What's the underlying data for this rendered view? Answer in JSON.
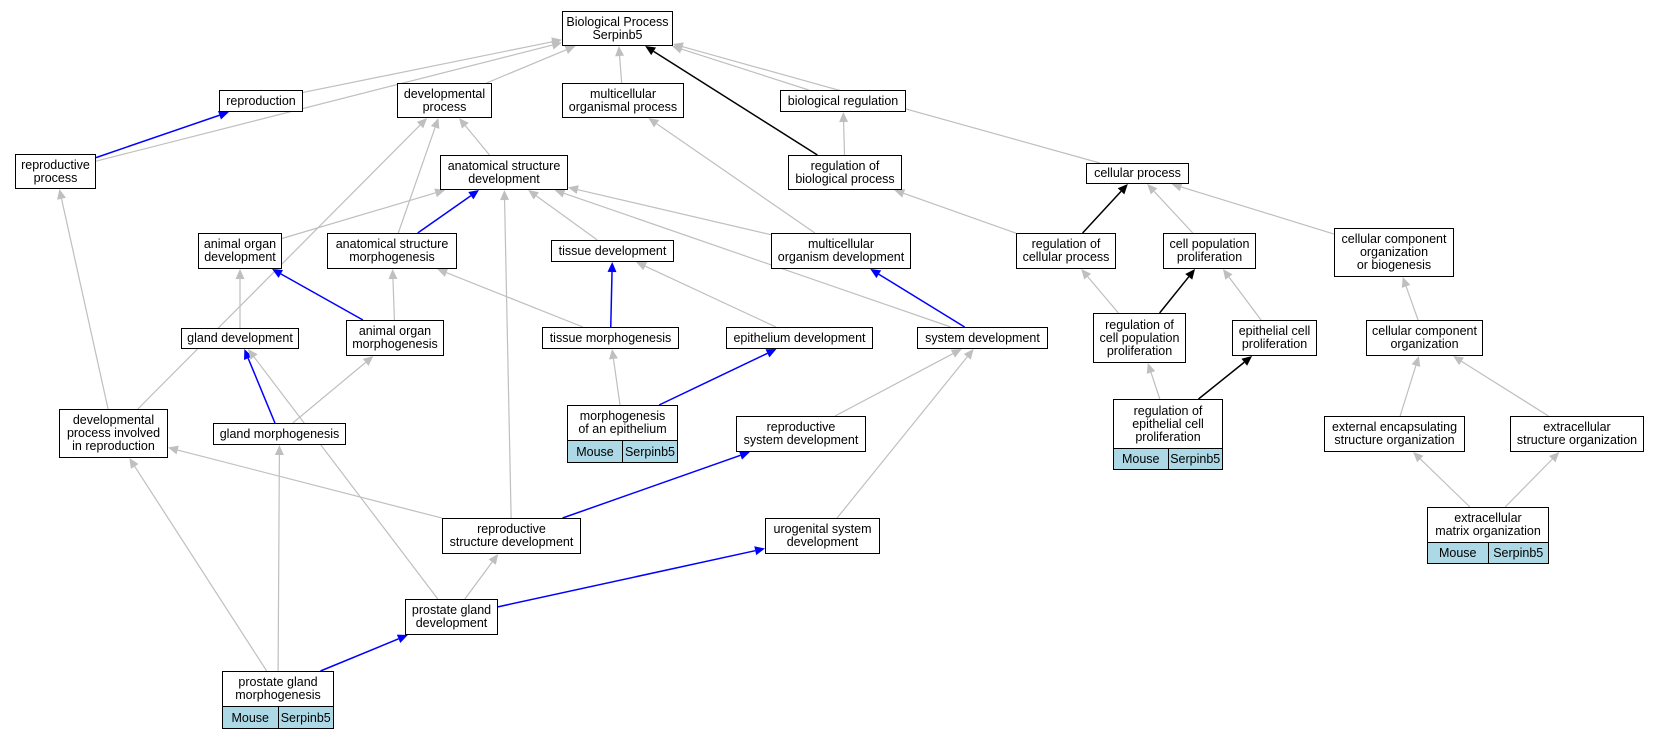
{
  "colors": {
    "is_a": "#bfbfbf",
    "part_of": "#0000ff",
    "regulates": "#000000",
    "annotation_fill": "#add8e6"
  },
  "nodes": {
    "bp": "Biological Process\nSerpinb5",
    "reproduction": "reproduction",
    "developmental_process": "developmental\nprocess",
    "multicellular_organismal_process": "multicellular\norganismal process",
    "biological_regulation": "biological regulation",
    "reproductive_process": "reproductive\nprocess",
    "anatomical_structure_development": "anatomical structure\ndevelopment",
    "regulation_of_biological_process": "regulation of\nbiological process",
    "cellular_process": "cellular process",
    "animal_organ_development": "animal organ\ndevelopment",
    "anatomical_structure_morphogenesis": "anatomical structure\nmorphogenesis",
    "tissue_development": "tissue development",
    "multicellular_organism_development": "multicellular\norganism development",
    "regulation_of_cellular_process": "regulation of\ncellular process",
    "cell_population_proliferation": "cell population\nproliferation",
    "cellular_component_organization_or_biogenesis": "cellular component\norganization\nor biogenesis",
    "gland_development": "gland development",
    "animal_organ_morphogenesis": "animal organ\nmorphogenesis",
    "tissue_morphogenesis": "tissue morphogenesis",
    "epithelium_development": "epithelium development",
    "system_development": "system development",
    "regulation_of_cell_population_proliferation": "regulation of\ncell population\nproliferation",
    "epithelial_cell_proliferation": "epithelial cell\nproliferation",
    "cellular_component_organization": "cellular component\norganization",
    "developmental_process_involved_in_reproduction": "developmental\nprocess involved\nin reproduction",
    "gland_morphogenesis": "gland morphogenesis",
    "morphogenesis_of_an_epithelium": "morphogenesis\nof an epithelium",
    "reproductive_system_development": "reproductive\nsystem development",
    "regulation_of_epithelial_cell_proliferation": "regulation of\nepithelial cell\nproliferation",
    "external_encapsulating_structure_organization": "external encapsulating\nstructure organization",
    "extracellular_structure_organization": "extracellular\nstructure organization",
    "reproductive_structure_development": "reproductive\nstructure development",
    "urogenital_system_development": "urogenital system\ndevelopment",
    "extracellular_matrix_organization": "extracellular\nmatrix organization",
    "prostate_gland_development": "prostate gland\ndevelopment",
    "prostate_gland_morphogenesis": "prostate gland\nmorphogenesis"
  },
  "annotations": {
    "morphogenesis_of_an_epithelium": [
      "Mouse",
      "Serpinb5"
    ],
    "regulation_of_epithelial_cell_proliferation": [
      "Mouse",
      "Serpinb5"
    ],
    "extracellular_matrix_organization": [
      "Mouse",
      "Serpinb5"
    ],
    "prostate_gland_morphogenesis": [
      "Mouse",
      "Serpinb5"
    ]
  },
  "edges": [
    {
      "from": "reproduction",
      "to": "bp",
      "type": "is_a"
    },
    {
      "from": "developmental_process",
      "to": "bp",
      "type": "is_a"
    },
    {
      "from": "multicellular_organismal_process",
      "to": "bp",
      "type": "is_a"
    },
    {
      "from": "biological_regulation",
      "to": "bp",
      "type": "is_a"
    },
    {
      "from": "reproductive_process",
      "to": "bp",
      "type": "is_a"
    },
    {
      "from": "cellular_process",
      "to": "bp",
      "type": "is_a"
    },
    {
      "from": "regulation_of_biological_process",
      "to": "bp",
      "type": "regulates"
    },
    {
      "from": "reproductive_process",
      "to": "reproduction",
      "type": "part_of"
    },
    {
      "from": "anatomical_structure_development",
      "to": "developmental_process",
      "type": "is_a"
    },
    {
      "from": "regulation_of_biological_process",
      "to": "biological_regulation",
      "type": "is_a"
    },
    {
      "from": "developmental_process_involved_in_reproduction",
      "to": "developmental_process",
      "type": "is_a"
    },
    {
      "from": "anatomical_structure_morphogenesis",
      "to": "developmental_process",
      "type": "is_a"
    },
    {
      "from": "animal_organ_development",
      "to": "anatomical_structure_development",
      "type": "is_a"
    },
    {
      "from": "anatomical_structure_morphogenesis",
      "to": "anatomical_structure_development",
      "type": "part_of"
    },
    {
      "from": "tissue_development",
      "to": "anatomical_structure_development",
      "type": "is_a"
    },
    {
      "from": "multicellular_organism_development",
      "to": "anatomical_structure_development",
      "type": "is_a"
    },
    {
      "from": "system_development",
      "to": "anatomical_structure_development",
      "type": "is_a"
    },
    {
      "from": "reproductive_structure_development",
      "to": "anatomical_structure_development",
      "type": "is_a"
    },
    {
      "from": "multicellular_organism_development",
      "to": "multicellular_organismal_process",
      "type": "is_a"
    },
    {
      "from": "regulation_of_cellular_process",
      "to": "regulation_of_biological_process",
      "type": "is_a"
    },
    {
      "from": "regulation_of_cellular_process",
      "to": "cellular_process",
      "type": "regulates"
    },
    {
      "from": "cell_population_proliferation",
      "to": "cellular_process",
      "type": "is_a"
    },
    {
      "from": "cellular_component_organization_or_biogenesis",
      "to": "cellular_process",
      "type": "is_a"
    },
    {
      "from": "gland_development",
      "to": "animal_organ_development",
      "type": "is_a"
    },
    {
      "from": "animal_organ_morphogenesis",
      "to": "animal_organ_development",
      "type": "part_of"
    },
    {
      "from": "animal_organ_morphogenesis",
      "to": "anatomical_structure_morphogenesis",
      "type": "is_a"
    },
    {
      "from": "tissue_morphogenesis",
      "to": "anatomical_structure_morphogenesis",
      "type": "is_a"
    },
    {
      "from": "tissue_morphogenesis",
      "to": "tissue_development",
      "type": "part_of"
    },
    {
      "from": "epithelium_development",
      "to": "tissue_development",
      "type": "is_a"
    },
    {
      "from": "system_development",
      "to": "multicellular_organism_development",
      "type": "part_of"
    },
    {
      "from": "regulation_of_cell_population_proliferation",
      "to": "regulation_of_cellular_process",
      "type": "is_a"
    },
    {
      "from": "regulation_of_cell_population_proliferation",
      "to": "cell_population_proliferation",
      "type": "regulates"
    },
    {
      "from": "epithelial_cell_proliferation",
      "to": "cell_population_proliferation",
      "type": "is_a"
    },
    {
      "from": "cellular_component_organization",
      "to": "cellular_component_organization_or_biogenesis",
      "type": "is_a"
    },
    {
      "from": "gland_morphogenesis",
      "to": "gland_development",
      "type": "part_of"
    },
    {
      "from": "gland_morphogenesis",
      "to": "animal_organ_morphogenesis",
      "type": "is_a"
    },
    {
      "from": "prostate_gland_development",
      "to": "gland_development",
      "type": "is_a"
    },
    {
      "from": "morphogenesis_of_an_epithelium",
      "to": "tissue_morphogenesis",
      "type": "is_a"
    },
    {
      "from": "morphogenesis_of_an_epithelium",
      "to": "epithelium_development",
      "type": "part_of"
    },
    {
      "from": "reproductive_system_development",
      "to": "system_development",
      "type": "is_a"
    },
    {
      "from": "urogenital_system_development",
      "to": "system_development",
      "type": "is_a"
    },
    {
      "from": "regulation_of_epithelial_cell_proliferation",
      "to": "regulation_of_cell_population_proliferation",
      "type": "is_a"
    },
    {
      "from": "regulation_of_epithelial_cell_proliferation",
      "to": "epithelial_cell_proliferation",
      "type": "regulates"
    },
    {
      "from": "external_encapsulating_structure_organization",
      "to": "cellular_component_organization",
      "type": "is_a"
    },
    {
      "from": "extracellular_structure_organization",
      "to": "cellular_component_organization",
      "type": "is_a"
    },
    {
      "from": "developmental_process_involved_in_reproduction",
      "to": "reproductive_process",
      "type": "is_a"
    },
    {
      "from": "reproductive_structure_development",
      "to": "developmental_process_involved_in_reproduction",
      "type": "is_a"
    },
    {
      "from": "reproductive_structure_development",
      "to": "reproductive_system_development",
      "type": "part_of"
    },
    {
      "from": "extracellular_matrix_organization",
      "to": "external_encapsulating_structure_organization",
      "type": "is_a"
    },
    {
      "from": "extracellular_matrix_organization",
      "to": "extracellular_structure_organization",
      "type": "is_a"
    },
    {
      "from": "prostate_gland_development",
      "to": "reproductive_structure_development",
      "type": "is_a"
    },
    {
      "from": "prostate_gland_development",
      "to": "urogenital_system_development",
      "type": "part_of"
    },
    {
      "from": "prostate_gland_morphogenesis",
      "to": "prostate_gland_development",
      "type": "part_of"
    },
    {
      "from": "prostate_gland_morphogenesis",
      "to": "gland_morphogenesis",
      "type": "is_a"
    },
    {
      "from": "prostate_gland_morphogenesis",
      "to": "developmental_process_involved_in_reproduction",
      "type": "is_a"
    }
  ]
}
